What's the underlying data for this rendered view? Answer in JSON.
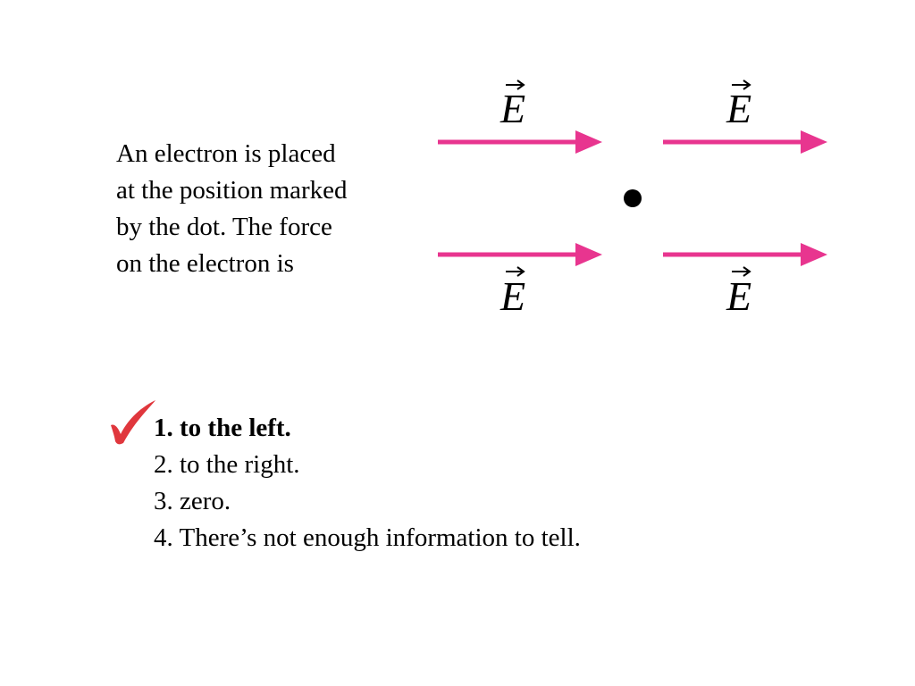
{
  "question": {
    "lines": [
      "An electron is placed",
      "at the position marked",
      "by the dot. The force",
      "on the electron is"
    ]
  },
  "diagram": {
    "field_label": "E",
    "arrow_color": "#e8358f",
    "dot_color": "#000000"
  },
  "choices": [
    {
      "label": "1. to the left.",
      "correct": true
    },
    {
      "label": "2. to the right.",
      "correct": false
    },
    {
      "label": "3. zero.",
      "correct": false
    },
    {
      "label": "4. There’s not enough information to tell.",
      "correct": false
    }
  ],
  "checkmark_color": "#e0373d"
}
